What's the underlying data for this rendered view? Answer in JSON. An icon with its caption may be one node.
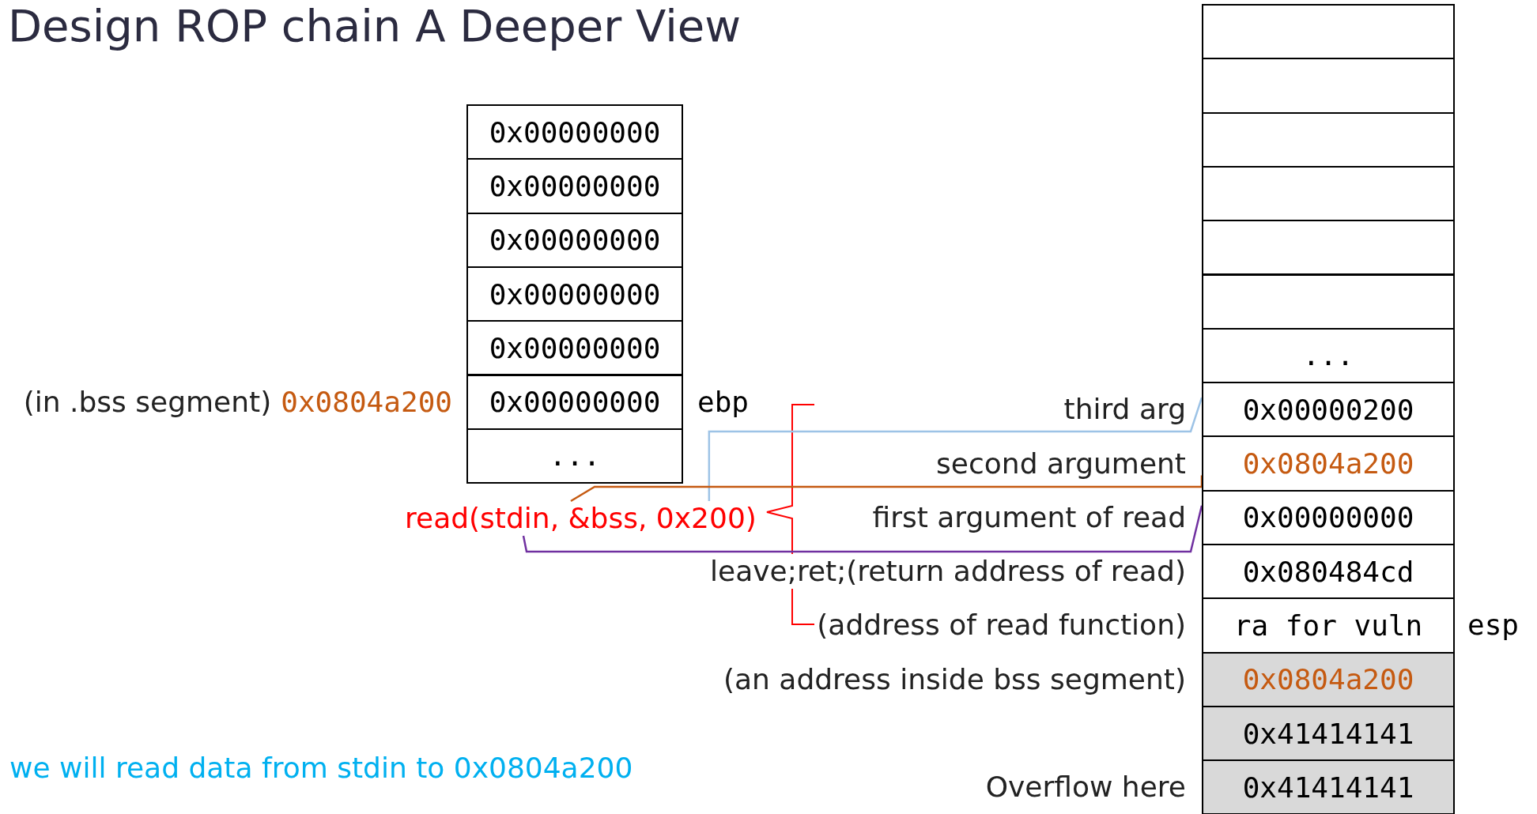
{
  "diagram": {
    "title": "Design ROP chain A Deeper View",
    "nodes": [
      {
        "text": [
          "0x00000000"
        ]
      },
      {
        "text": [
          "0x00000000"
        ]
      },
      {
        "text": [
          "0x00000000"
        ]
      },
      {
        "text": [
          "0x00000000"
        ]
      },
      {
        "text": [
          "0x00000000"
        ]
      },
      {
        "text": [
          "0x00000000"
        ],
        "beside": [
          "(in .bss segment)",
          "0x0804a200",
          "ebp"
        ]
      },
      {
        "text": [
          "..."
        ]
      },
      {
        "text": [
          "read(stdin, &bss, 0x200)"
        ]
      },
      {
        "text": [],
        "shape": "box"
      },
      {
        "text": [],
        "shape": "box"
      },
      {
        "text": [],
        "shape": "box"
      },
      {
        "text": [],
        "shape": "box"
      },
      {
        "text": [],
        "shape": "box"
      },
      {
        "text": [],
        "shape": "box"
      },
      {
        "text": [
          "..."
        ]
      },
      {
        "text": [
          "0x00000200"
        ],
        "beside": [
          "third arg"
        ]
      },
      {
        "text": [
          "0x0804a200"
        ],
        "beside": [
          "second argument"
        ]
      },
      {
        "text": [
          "0x00000000"
        ],
        "beside": [
          "first argument of read"
        ]
      },
      {
        "text": [
          "0x080484cd"
        ],
        "beside": [
          "leave;ret;(return address of read)"
        ]
      },
      {
        "text": [
          "ra for vuln"
        ],
        "beside": [
          "(address of read function)",
          "esp"
        ]
      },
      {
        "text": [
          "0x0804a200"
        ],
        "beside": [
          "(an address inside bss segment)"
        ]
      },
      {
        "text": [
          "0x41414141"
        ]
      },
      {
        "text": [
          "0x41414141"
        ],
        "beside": [
          "Overflow here"
        ]
      }
    ],
    "edges": [
      {
        "from": 7,
        "to": 15,
        "arrow": "none",
        "color": "#9dc3e6"
      },
      {
        "from": 7,
        "to": 16,
        "arrow": "none",
        "color": "#c55a11"
      },
      {
        "from": 7,
        "to": 17,
        "arrow": "none",
        "color": "#7030a0"
      }
    ],
    "labels": [
      "we will read data from stdin to 0x0804a200"
    ]
  }
}
